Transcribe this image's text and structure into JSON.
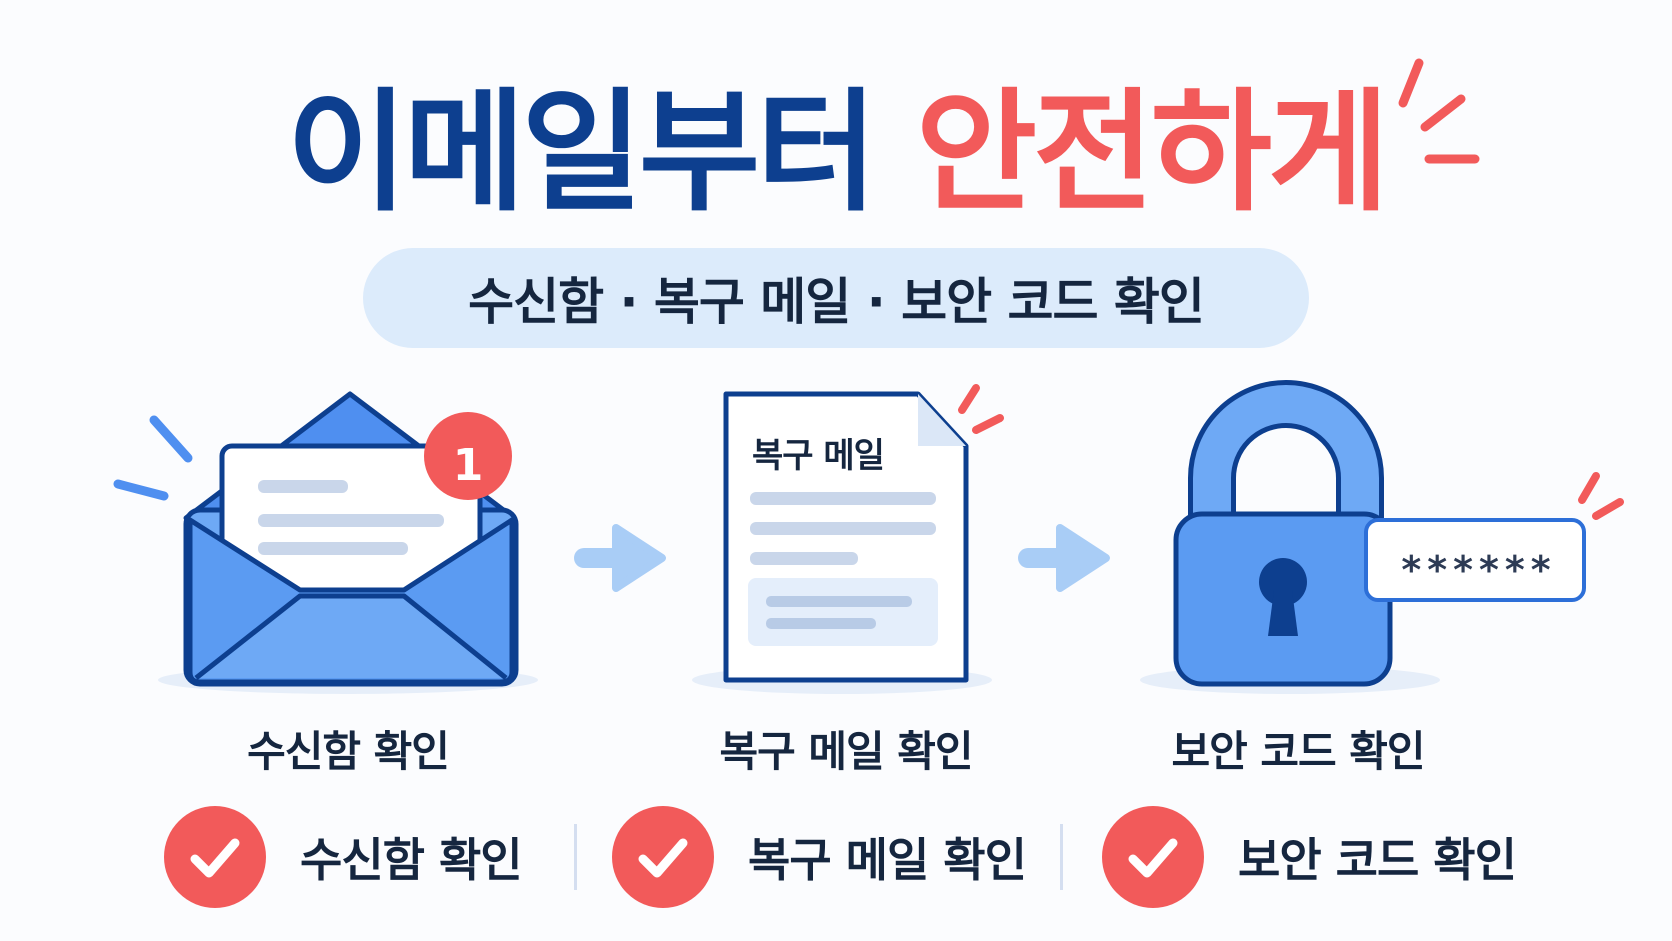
{
  "header": {
    "title_part1": "이메일부터",
    "title_part2": "안전하게",
    "subtitle": "수신함 · 복구 메일 · 보안 코드 확인"
  },
  "colors": {
    "navy": "#0d3f8f",
    "accent_red": "#f25a5a",
    "blue": "#4f8ff0",
    "light_blue": "#dcebfb"
  },
  "stages": [
    {
      "icon": "envelope-icon",
      "badge": "1",
      "label": "수신함 확인"
    },
    {
      "icon": "document-icon",
      "doc_title": "복구 메일",
      "label": "복구 메일 확인"
    },
    {
      "icon": "padlock-icon",
      "password": "******",
      "label": "보안 코드 확인"
    }
  ],
  "checklist": [
    {
      "icon": "check-icon",
      "label": "수신함 확인"
    },
    {
      "icon": "check-icon",
      "label": "복구 메일 확인"
    },
    {
      "icon": "check-icon",
      "label": "보안 코드 확인"
    }
  ]
}
